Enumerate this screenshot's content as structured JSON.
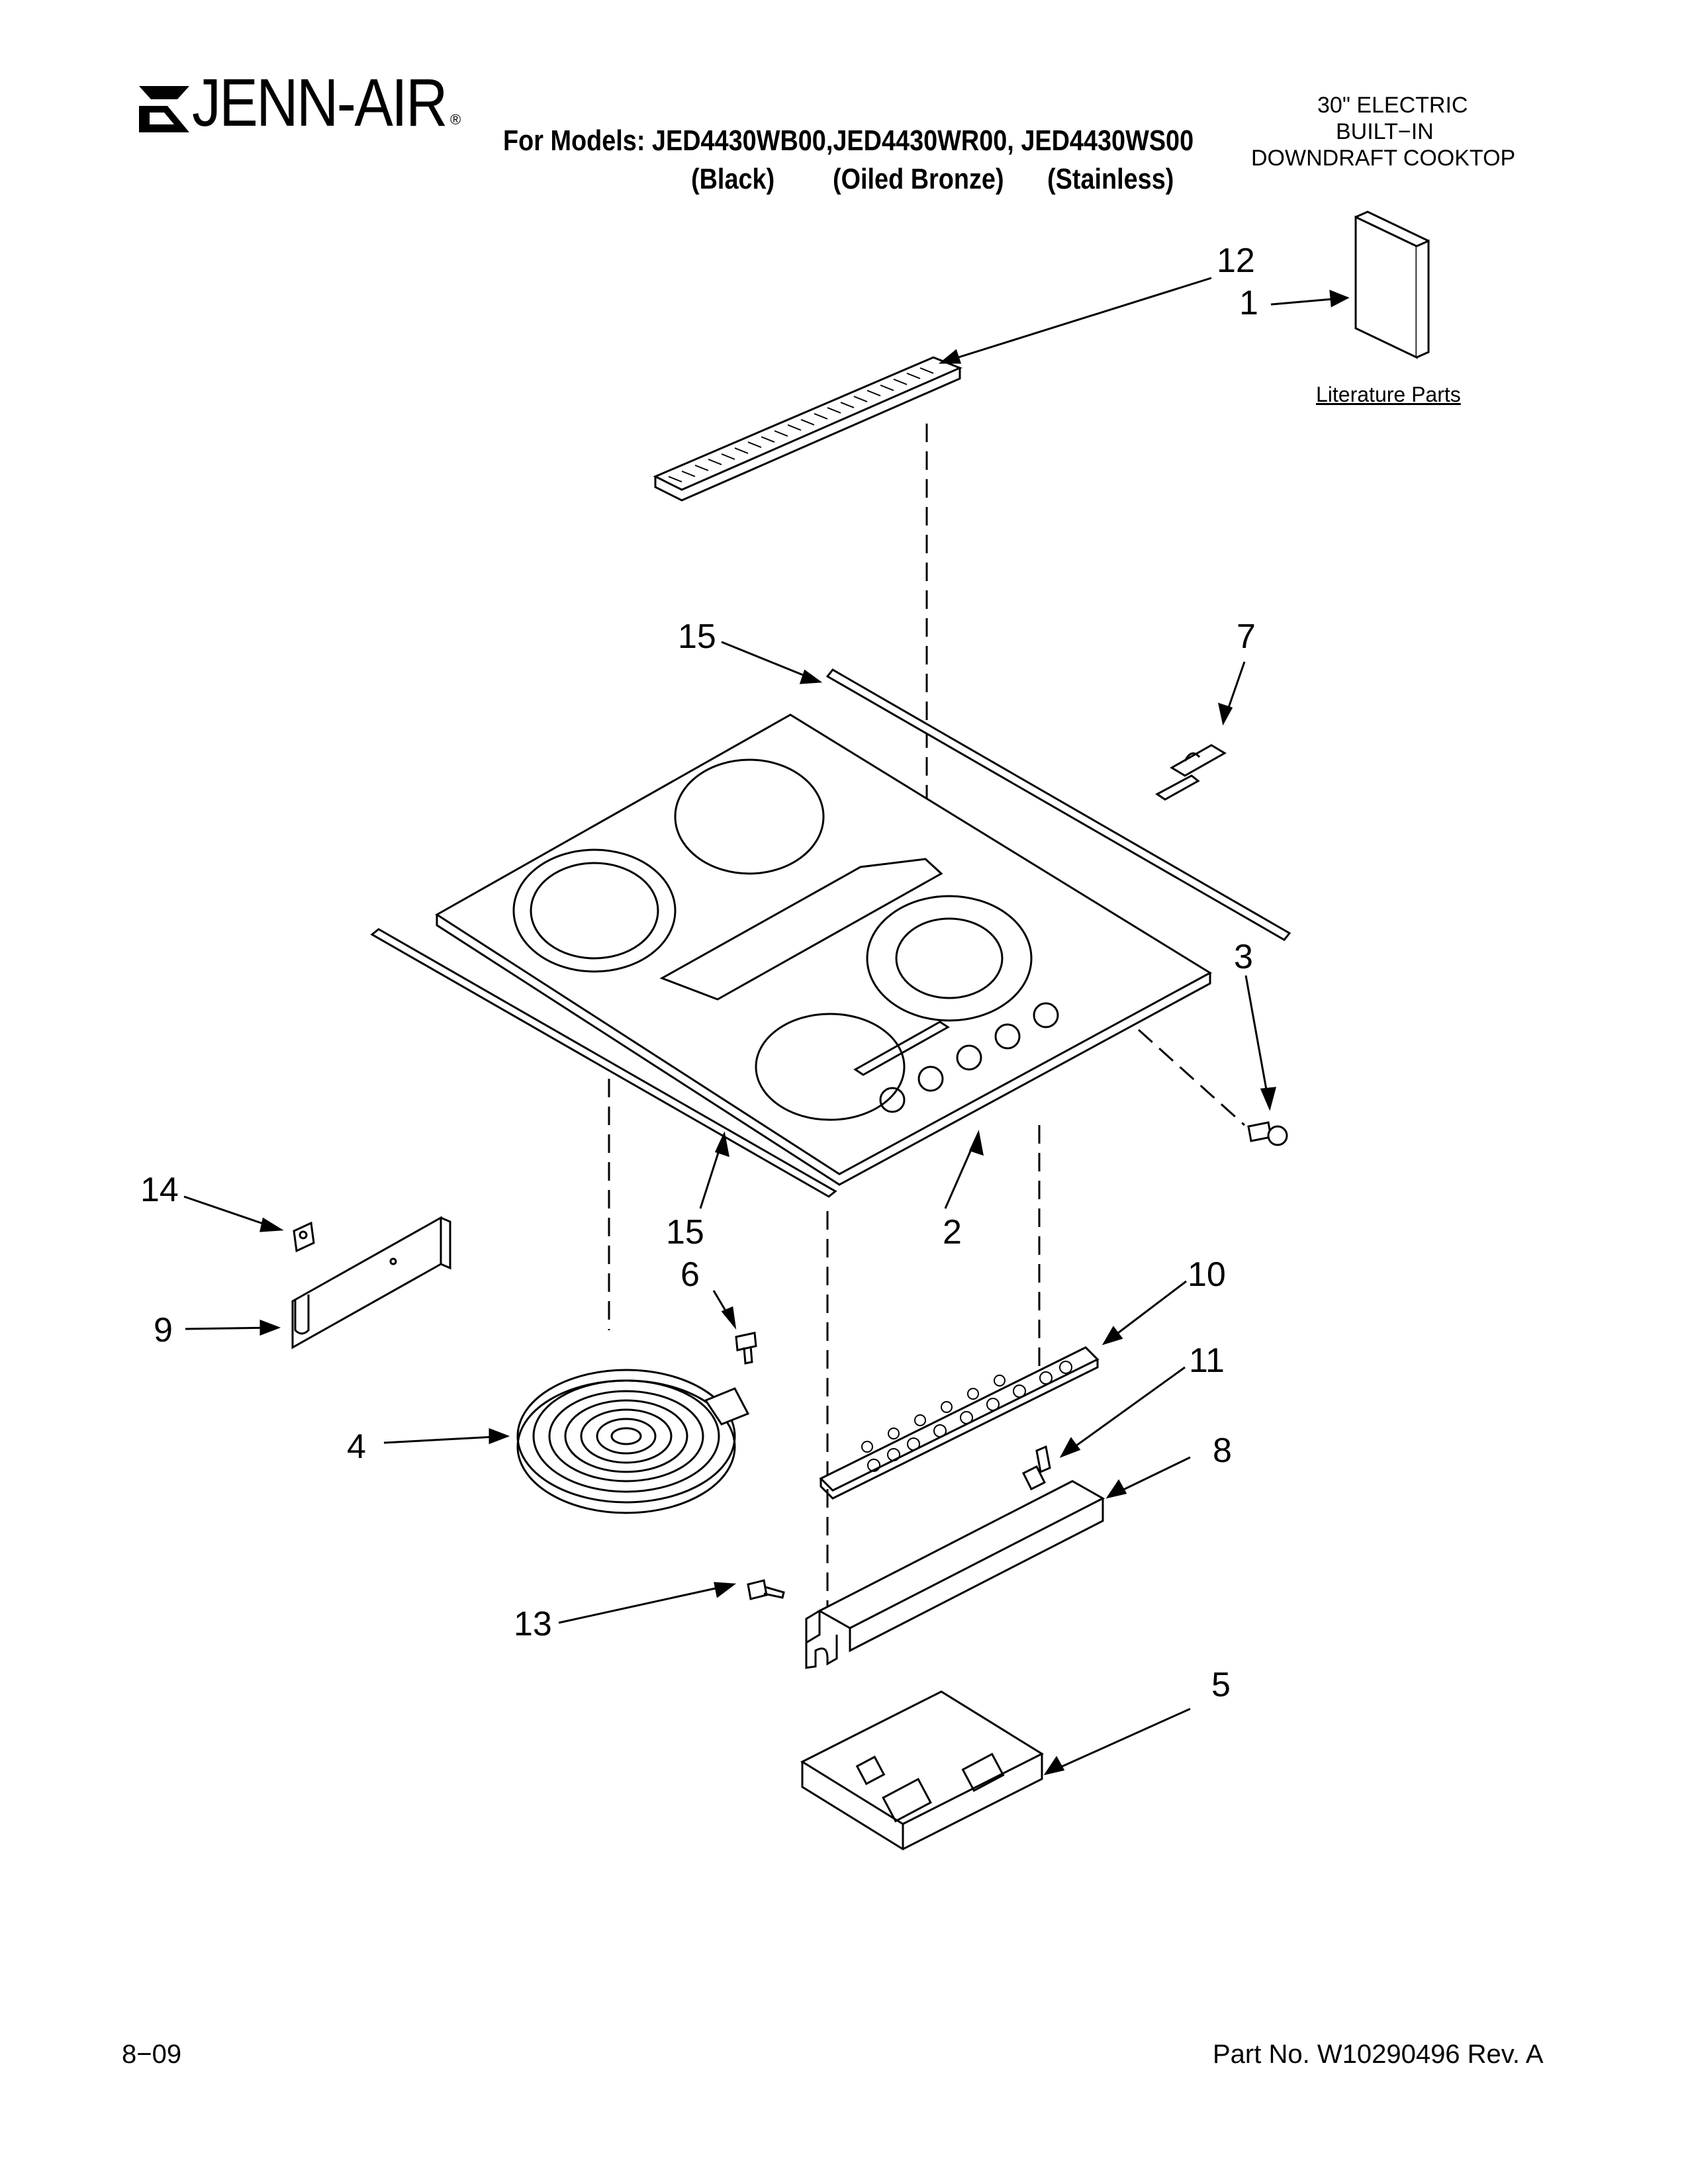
{
  "brand": {
    "name": "JENN-AIR",
    "registered": "®"
  },
  "header": {
    "models_line": "For Models: JED4430WB00,JED4430WR00, JED4430WS00",
    "finishes": [
      "(Black)",
      "(Oiled Bronze)",
      "(Stainless)"
    ],
    "description": [
      "30\" ELECTRIC",
      "BUILT−IN",
      "DOWNDRAFT COOKTOP"
    ]
  },
  "literature_label": "Literature Parts",
  "callouts": {
    "c1": "1",
    "c2": "2",
    "c3": "3",
    "c4": "4",
    "c5": "5",
    "c6": "6",
    "c7": "7",
    "c8": "8",
    "c9": "9",
    "c10": "10",
    "c11": "11",
    "c12": "12",
    "c13": "13",
    "c14": "14",
    "c15a": "15",
    "c15b": "15"
  },
  "footer": {
    "date": "8−09",
    "part_no": "Part No. W10290496 Rev. A"
  }
}
